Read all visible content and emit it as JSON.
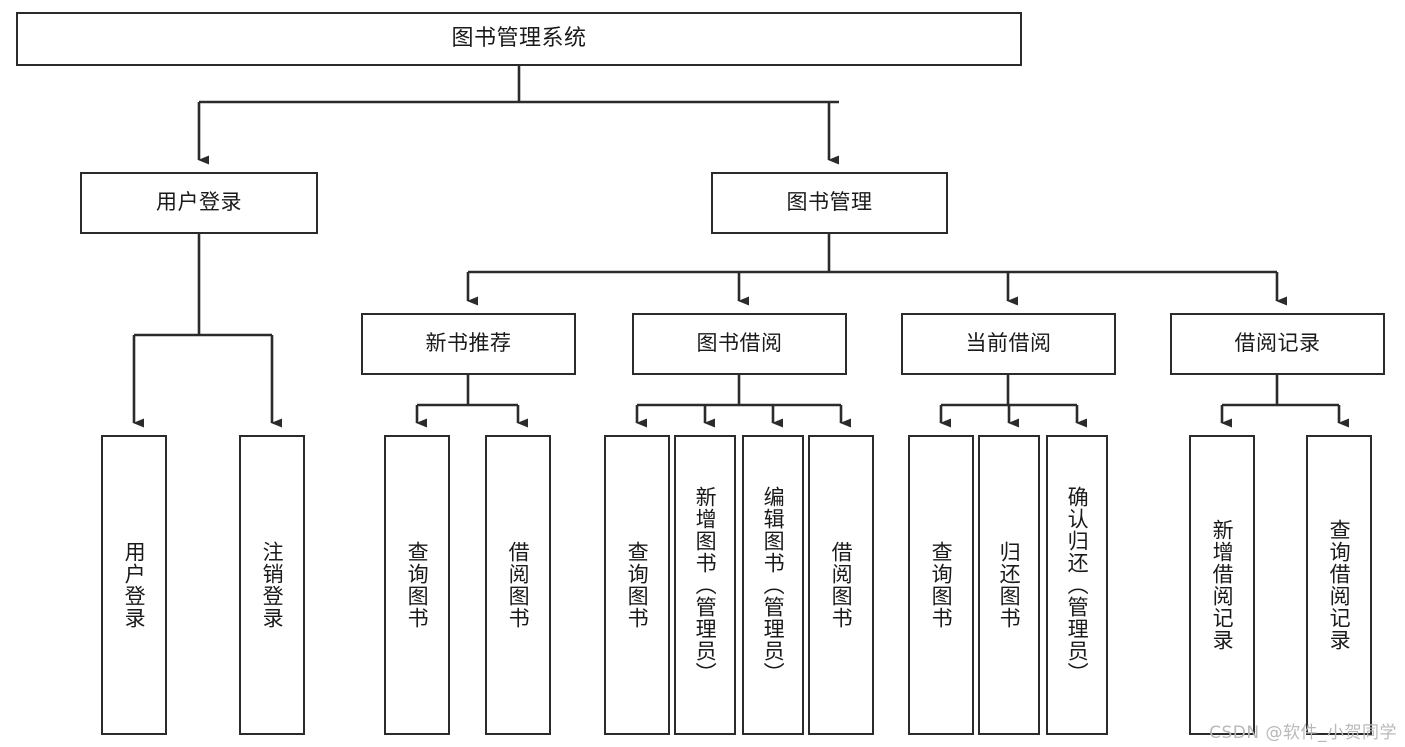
{
  "diagram": {
    "title": "图书管理系统",
    "type": "tree-hierarchy-diagram",
    "root": {
      "id": "root",
      "label": "图书管理系统",
      "orientation": "horizontal"
    },
    "level2": [
      {
        "id": "user-login",
        "label": "用户登录",
        "orientation": "horizontal"
      },
      {
        "id": "book-manage",
        "label": "图书管理",
        "orientation": "horizontal"
      }
    ],
    "level3": [
      {
        "id": "new-book-recommend",
        "label": "新书推荐",
        "orientation": "horizontal",
        "parent": "book-manage"
      },
      {
        "id": "book-borrow",
        "label": "图书借阅",
        "orientation": "horizontal",
        "parent": "book-manage"
      },
      {
        "id": "current-borrow",
        "label": "当前借阅",
        "orientation": "horizontal",
        "parent": "book-manage"
      },
      {
        "id": "borrow-record",
        "label": "借阅记录",
        "orientation": "horizontal",
        "parent": "book-manage"
      }
    ],
    "leaves": [
      {
        "id": "leaf-user-login",
        "label": "用户登录",
        "parent": "user-login"
      },
      {
        "id": "leaf-user-logout",
        "label": "注销登录",
        "parent": "user-login"
      },
      {
        "id": "leaf-query-book-1",
        "label": "查询图书",
        "parent": "new-book-recommend"
      },
      {
        "id": "leaf-borrow-book-1",
        "label": "借阅图书",
        "parent": "new-book-recommend"
      },
      {
        "id": "leaf-query-book-2",
        "label": "查询图书",
        "parent": "book-borrow"
      },
      {
        "id": "leaf-add-book",
        "label": "新增图书（管理员）",
        "parent": "book-borrow"
      },
      {
        "id": "leaf-edit-book",
        "label": "编辑图书（管理员）",
        "parent": "book-borrow"
      },
      {
        "id": "leaf-borrow-book-2",
        "label": "借阅图书",
        "parent": "book-borrow"
      },
      {
        "id": "leaf-query-book-3",
        "label": "查询图书",
        "parent": "current-borrow"
      },
      {
        "id": "leaf-return-book",
        "label": "归还图书",
        "parent": "current-borrow"
      },
      {
        "id": "leaf-confirm-return",
        "label": "确认归还（管理员）",
        "parent": "current-borrow"
      },
      {
        "id": "leaf-add-record",
        "label": "新增借阅记录",
        "parent": "borrow-record"
      },
      {
        "id": "leaf-query-record",
        "label": "查询借阅记录",
        "parent": "borrow-record"
      }
    ]
  },
  "watermark": {
    "text": "CSDN @软件_小贺同学"
  },
  "colors": {
    "stroke": "#2b2b2b",
    "fill": "#ffffff",
    "text": "#1a1a1a",
    "watermark": "#b9b9b9"
  }
}
